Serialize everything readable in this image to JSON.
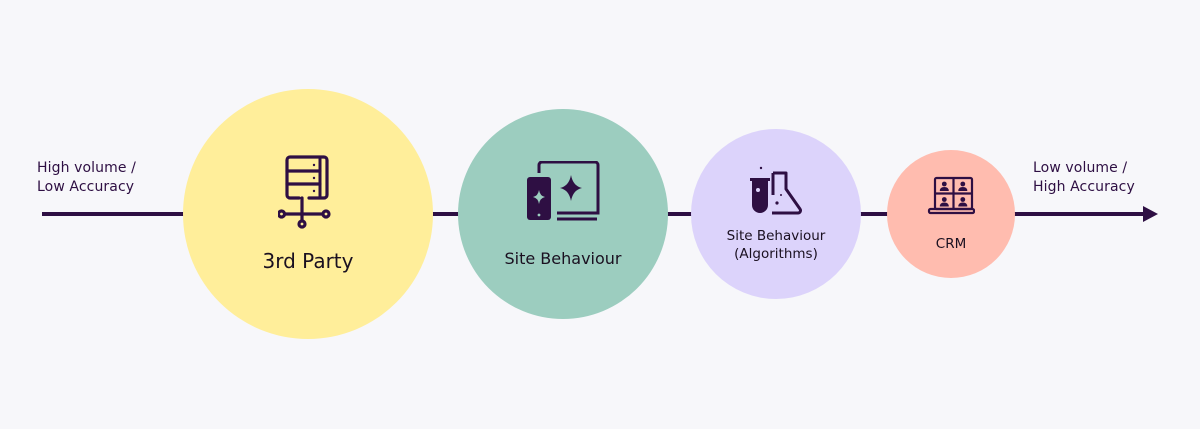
{
  "diagram": {
    "axis": {
      "start_label_line1": "High volume /",
      "start_label_line2": "Low Accuracy",
      "end_label_line1": "Low volume /",
      "end_label_line2": "High Accuracy",
      "line_color": "#2e0f43"
    },
    "stages": [
      {
        "label": "3rd Party",
        "icon": "server-network-icon",
        "color": "#ffee9a"
      },
      {
        "label": "Site Behaviour",
        "icon": "devices-sparkle-icon",
        "color": "#9ccdbf"
      },
      {
        "label_line1": "Site Behaviour",
        "label_line2": "(Algorithms)",
        "icon": "lab-flask-icon",
        "color": "#dcd3fb"
      },
      {
        "label": "CRM",
        "icon": "contacts-grid-icon",
        "color": "#ffbcaf"
      }
    ]
  }
}
